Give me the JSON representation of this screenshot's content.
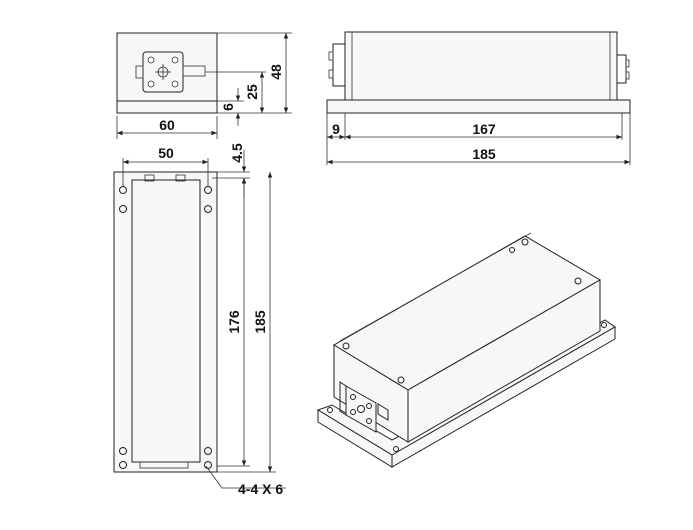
{
  "front_view": {
    "width_label": "60",
    "height_label": "48",
    "center_height_label": "25",
    "base_offset_label": "6"
  },
  "side_view": {
    "flange_label": "9",
    "body_length_label": "167",
    "total_length_label": "185"
  },
  "top_view": {
    "hole_spacing_label": "50",
    "edge_offset_label": "4.5",
    "hole_pitch_label": "176",
    "total_length_label": "185",
    "mounting_holes_label": "4-4 X 6"
  }
}
